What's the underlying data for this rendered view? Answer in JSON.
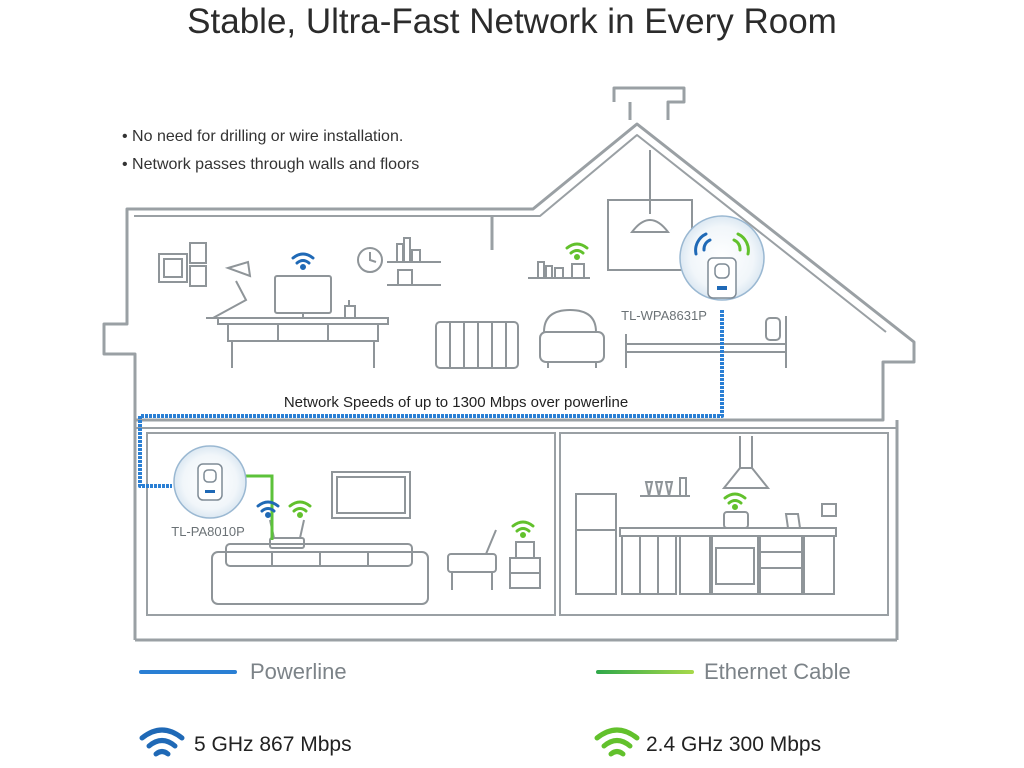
{
  "title": "Stable, Ultra-Fast Network in Every Room",
  "bullets": [
    "No need for drilling or wire installation.",
    "Network passes through walls and floors"
  ],
  "speed_caption": "Network Speeds of up to 1300 Mbps over powerline",
  "devices": {
    "upstairs": "TL-WPA8631P",
    "downstairs": "TL-PA8010P"
  },
  "legend": {
    "powerline": "Powerline",
    "ethernet": "Ethernet Cable",
    "ghz5": "5 GHz  867 Mbps",
    "ghz24": "2.4 GHz  300 Mbps"
  },
  "colors": {
    "powerline": "#2a7fd4",
    "ethernet": "#5cc23a",
    "wifi_5ghz": "#1f69b6",
    "wifi_24ghz": "#62c12c",
    "outline": "#9aa0a4"
  }
}
